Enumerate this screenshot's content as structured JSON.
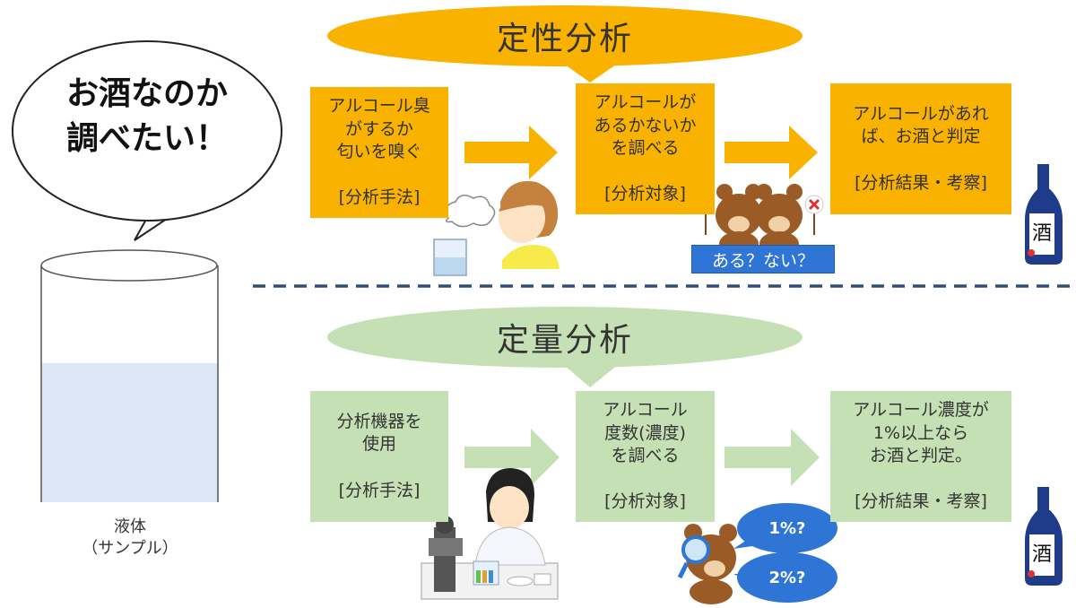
{
  "speech": {
    "lines": "お酒なのか\n調べたい！"
  },
  "sample": {
    "label": "液体\n（サンプル）"
  },
  "qualitative": {
    "title": "定性分析",
    "method": "アルコール臭\nがするか\n匂いを嗅ぐ\n\n[分析手法]",
    "target": "アルコールが\nあるかないか\nを調べる\n\n[分析対象]",
    "result": "アルコールがあれ\nば、お酒と判定\n\n[分析結果・考察]",
    "tag": "ある？ない？"
  },
  "quantitative": {
    "title": "定量分析",
    "method": "分析機器を\n使用\n\n[分析手法]",
    "target": "アルコール\n度数(濃度)\nを調べる\n\n[分析対象]",
    "result": "アルコール濃度が\n1%以上なら\nお酒と判定。\n\n[分析結果・考察]",
    "bubble1": "1%?",
    "bubble2": "2%?"
  },
  "bottle_label": "酒",
  "colors": {
    "orange": "#f9b200",
    "green": "#c5e0b4",
    "water": "#dce8f5",
    "divider": "#2f4f7a",
    "bubble_blue": "#2e75d6"
  }
}
